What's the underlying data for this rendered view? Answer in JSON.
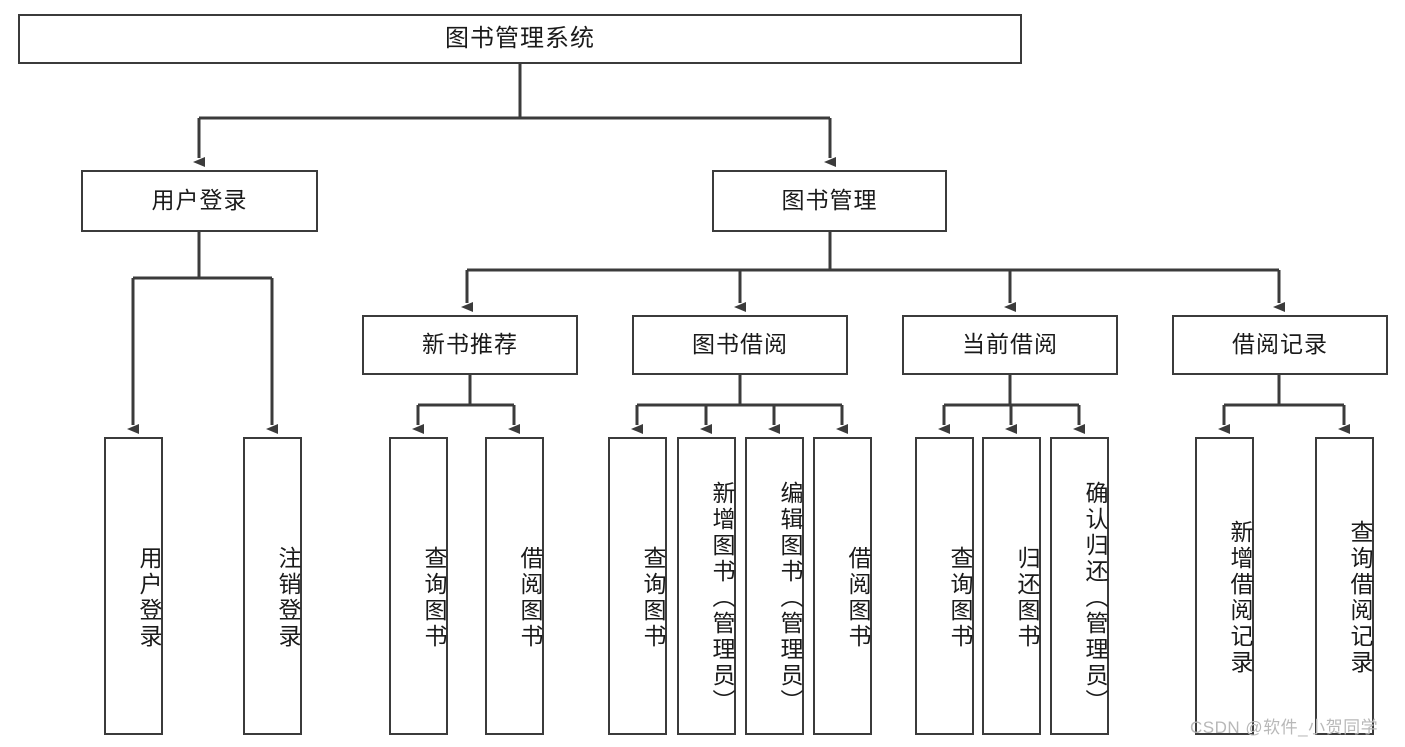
{
  "diagram": {
    "type": "tree-hierarchy",
    "title": "图书管理系统",
    "root": {
      "label": "图书管理系统"
    },
    "level2": [
      {
        "label": "用户登录"
      },
      {
        "label": "图书管理"
      }
    ],
    "level3": [
      {
        "label": "新书推荐"
      },
      {
        "label": "图书借阅"
      },
      {
        "label": "当前借阅"
      },
      {
        "label": "借阅记录"
      }
    ],
    "leaves": {
      "user_login": [
        {
          "label": "用户登录"
        },
        {
          "label": "注销登录"
        }
      ],
      "new_book_recommend": [
        {
          "label": "查询图书"
        },
        {
          "label": "借阅图书"
        }
      ],
      "book_borrow": [
        {
          "label": "查询图书"
        },
        {
          "label": "新增图书（管理员）"
        },
        {
          "label": "编辑图书（管理员）"
        },
        {
          "label": "借阅图书"
        }
      ],
      "current_borrow": [
        {
          "label": "查询图书"
        },
        {
          "label": "归还图书"
        },
        {
          "label": "确认归还（管理员）"
        }
      ],
      "borrow_record": [
        {
          "label": "新增借阅记录"
        },
        {
          "label": "查询借阅记录"
        }
      ]
    }
  },
  "watermark": {
    "text": "CSDN @软件_小贺同学"
  },
  "colors": {
    "stroke": "#3b3b3b",
    "background": "#ffffff",
    "text": "#1a1a1a",
    "watermark": "#b8b8b8"
  }
}
